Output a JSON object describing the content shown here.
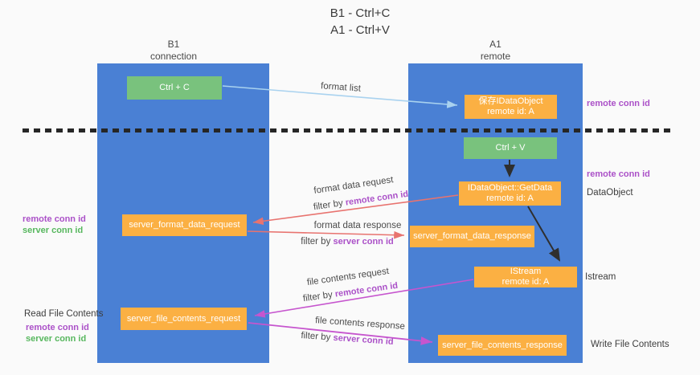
{
  "title": {
    "line1": "B1 - Ctrl+C",
    "line2": "A1 - Ctrl+V"
  },
  "lifelines": {
    "left": {
      "title": "B1",
      "subtitle": "connection"
    },
    "right": {
      "title": "A1",
      "subtitle": "remote"
    }
  },
  "boxes": {
    "ctrl_c": {
      "label": "Ctrl + C"
    },
    "ctrl_v": {
      "label": "Ctrl + V"
    },
    "save_idataobject": {
      "line1": "保存IDataObject",
      "line2": "remote id: A"
    },
    "idataobject_getdata": {
      "line1": "IDataObject::GetData",
      "line2": "remote id: A"
    },
    "istream": {
      "line1": "IStream",
      "line2": "remote id: A"
    },
    "server_format_data_request": {
      "label": "server_format_data_request"
    },
    "server_format_data_response": {
      "label": "server_format_data_response"
    },
    "server_file_contents_request": {
      "label": "server_file_contents_request"
    },
    "server_file_contents_response": {
      "label": "server_file_contents_response"
    }
  },
  "annotations": {
    "remote_conn_id_top": "remote conn id",
    "remote_conn_id_mid": "remote conn id",
    "dataobject": "DataObject",
    "istream": "Istream",
    "write_file_contents": "Write File Contents",
    "read_file_contents": "Read File Contents",
    "left_mid": {
      "remote": "remote conn id",
      "server": "server conn id"
    },
    "left_bottom": {
      "remote": "remote conn id",
      "server": "server conn id"
    }
  },
  "flow_labels": {
    "format_list": "format list",
    "format_data_request": "format data request",
    "format_data_response": "format data response",
    "file_contents_request": "file contents request",
    "file_contents_response": "file contents response",
    "filter_by": "filter by ",
    "remote_conn_id": "remote conn id",
    "server_conn_id": "server conn id"
  },
  "colors": {
    "lifeline_blue": "#4a80d4",
    "box_orange": "#fbb043",
    "box_green": "#79c27d",
    "arrow_light_blue": "#a9d2ef",
    "arrow_salmon": "#e8736f",
    "arrow_magenta": "#c655ce",
    "arrow_black": "#2f2f2f",
    "label_purple": "#ab51c8",
    "label_green": "#57b75e",
    "background": "#fafafa"
  }
}
